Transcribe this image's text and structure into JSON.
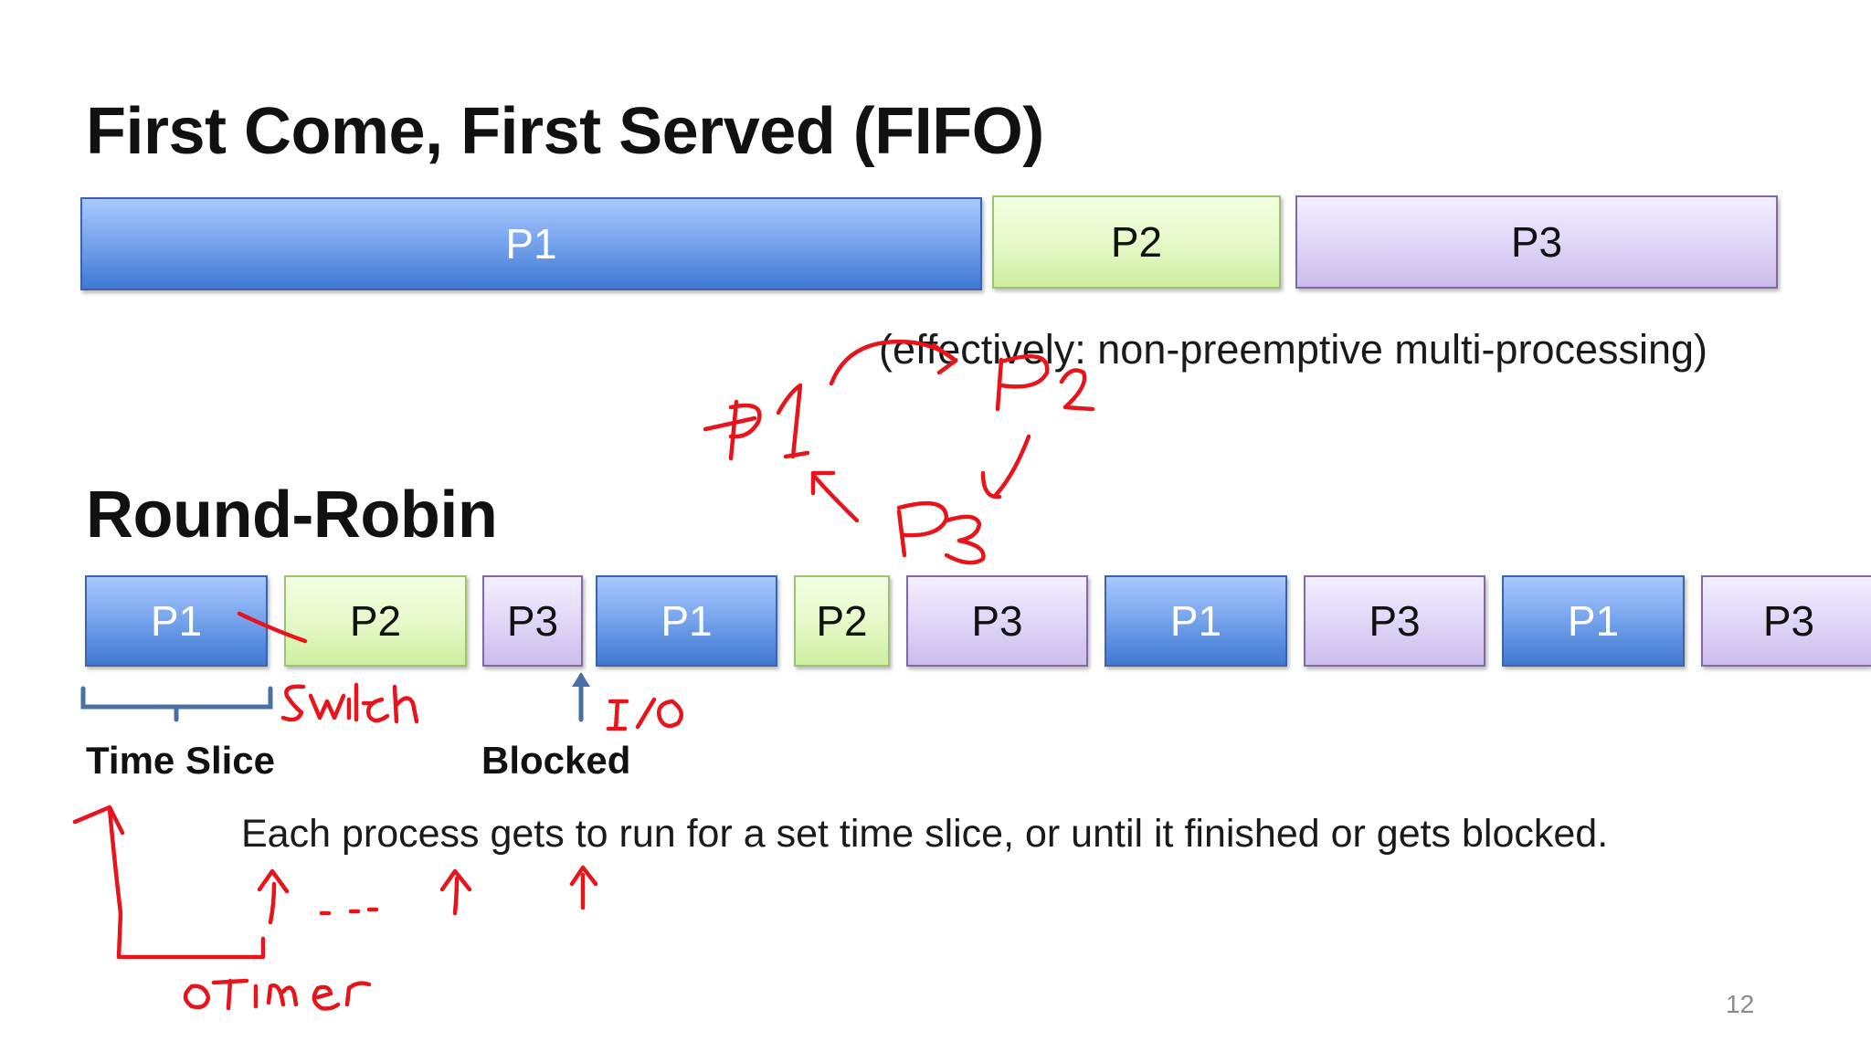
{
  "slide": {
    "fifo_title": "First Come, First Served (FIFO)",
    "fifo_note": "(effectively: non-preemptive multi-processing)",
    "rr_title": "Round-Robin",
    "time_slice_label": "Time Slice",
    "blocked_label": "Blocked",
    "description": "Each process gets to run for a set time slice, or until it finished or gets blocked.",
    "page_number": "12"
  },
  "fifo_blocks": [
    {
      "label": "P1",
      "process": "P1"
    },
    {
      "label": "P2",
      "process": "P2"
    },
    {
      "label": "P3",
      "process": "P3"
    }
  ],
  "rr_blocks": [
    {
      "label": "P1",
      "process": "P1"
    },
    {
      "label": "P2",
      "process": "P2"
    },
    {
      "label": "P3",
      "process": "P3"
    },
    {
      "label": "P1",
      "process": "P1"
    },
    {
      "label": "P2",
      "process": "P2"
    },
    {
      "label": "P3",
      "process": "P3"
    },
    {
      "label": "P1",
      "process": "P1"
    },
    {
      "label": "P3",
      "process": "P3"
    },
    {
      "label": "P1",
      "process": "P1"
    },
    {
      "label": "P3",
      "process": "P3"
    }
  ],
  "annotations": {
    "cycle_p1": "P1",
    "cycle_p2": "P2",
    "cycle_p3": "P3",
    "switch": "switch",
    "io": "I/O",
    "timer": "OTimer"
  },
  "colors": {
    "P1": "#4a82d8",
    "P2": "#e4f8c6",
    "P3": "#ded4f6",
    "annotation_red": "#e8141b",
    "bracket_blue": "#4a6fa5"
  }
}
